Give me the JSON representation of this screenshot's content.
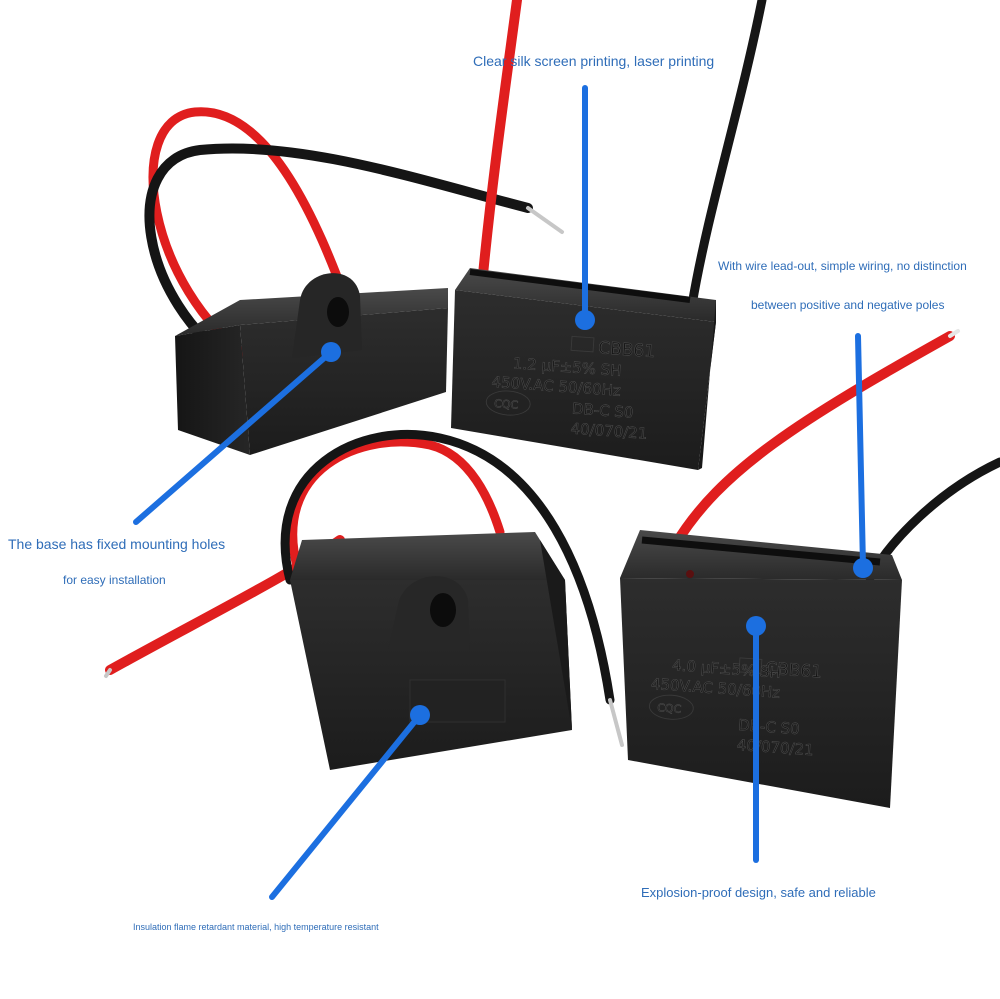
{
  "annotations": {
    "silk_print": "Clear silk screen printing, laser printing",
    "wire_lead_1": "With wire lead-out, simple wiring, no distinction",
    "wire_lead_2": "between positive and negative poles",
    "base_holes_1": "The base has fixed mounting holes",
    "base_holes_2": "for easy installation",
    "explosion_proof": "Explosion-proof design, safe and reliable",
    "insulation": "Insulation flame retardant material, high temperature resistant"
  },
  "capacitor_a": {
    "model": "CBB61",
    "capacitance": "1.2 μF±5%  SH",
    "rating": "450V.AC  50/60Hz",
    "cert": "CQC",
    "class": "DB-C  S0",
    "date_code": "40/070/21"
  },
  "capacitor_b": {
    "model": "CBB61",
    "capacitance": "4.0 μF±5%  SH",
    "rating": "450V.AC  50/60Hz",
    "cert": "CQC",
    "class": "DB-C  S0",
    "date_code": "40/070/21"
  },
  "colors": {
    "annotation_text": "#2f6db8",
    "callout": "#1c6fe0",
    "body": "#232323",
    "wire_red": "#e01e1e",
    "wire_black": "#1a1a1a"
  }
}
